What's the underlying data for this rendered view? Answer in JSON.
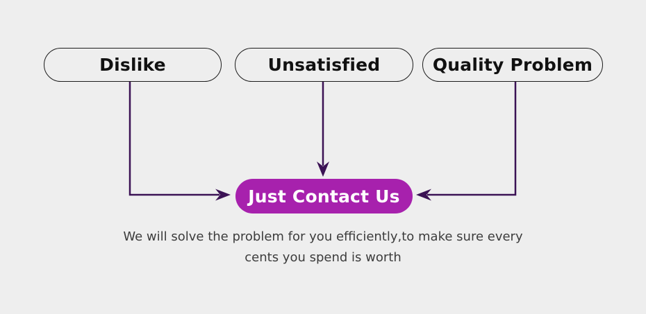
{
  "diagram": {
    "sources": [
      {
        "label": "Dislike"
      },
      {
        "label": "Unsatisfied"
      },
      {
        "label": "Quality Problem"
      }
    ],
    "target": {
      "label": "Just Contact Us"
    },
    "caption": {
      "line1": "We will solve the problem for you efficiently,to make sure every",
      "line2": "cents you spend is worth"
    },
    "icons": [
      "arrow-down-icon",
      "arrow-right-icon",
      "arrow-left-icon"
    ],
    "colors": {
      "background": "#eeeeee",
      "pill_border": "#1b1b1b",
      "pill_text": "#111111",
      "target_fill": "#a721ad",
      "target_text": "#ffffff",
      "arrow": "#3b1254",
      "caption_text": "#3c3c3c"
    }
  }
}
